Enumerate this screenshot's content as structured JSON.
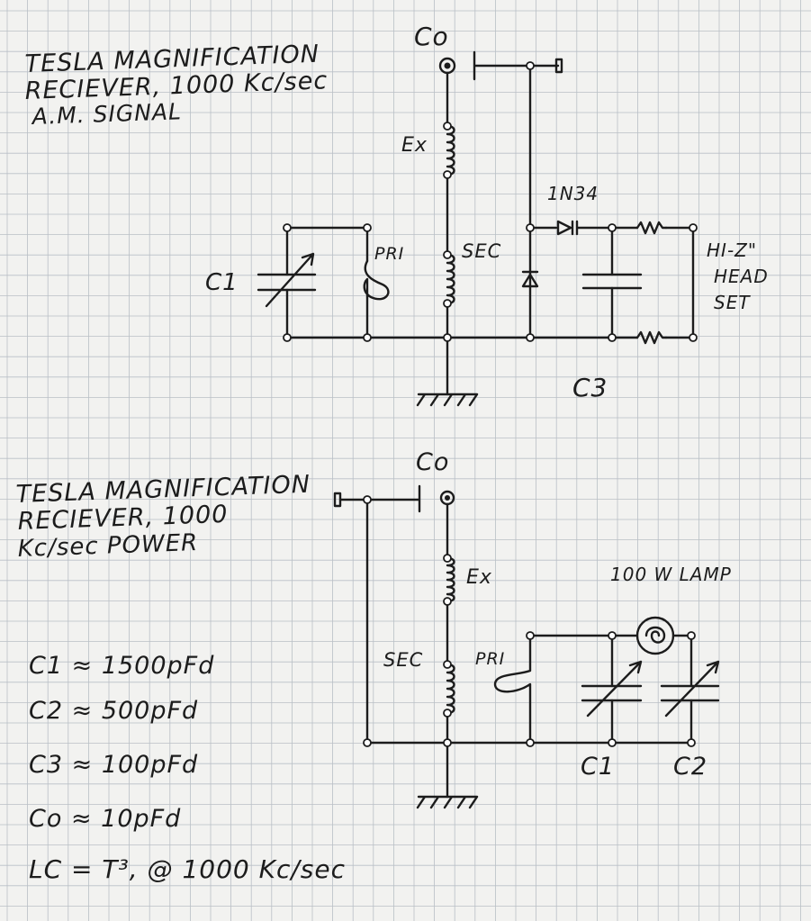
{
  "diagram_top": {
    "title_lines": [
      "TESLA MAGNIFICATION",
      "RECIEVER, 1000 Kc/sec",
      "A.M. SIGNAL"
    ],
    "labels": {
      "co": "Co",
      "ex": "Ex",
      "pri": "PRI",
      "sec": "SEC",
      "c1": "C1",
      "diode": "1N34",
      "headset_lines": [
        "HI-Z\"",
        "HEAD",
        "SET"
      ],
      "c3": "C3"
    }
  },
  "diagram_bottom": {
    "title_lines": [
      "TESLA MAGNIFICATION",
      "RECIEVER, 1000",
      "Kc/sec POWER"
    ],
    "labels": {
      "co": "Co",
      "ex": "Ex",
      "sec": "SEC",
      "pri": "PRI",
      "lamp": "100 W LAMP",
      "c1": "C1",
      "c2": "C2"
    }
  },
  "values": [
    "C1 ≈ 1500pFd",
    "C2 ≈ 500pFd",
    "C3 ≈ 100pFd",
    "Co ≈ 10pFd",
    "LC = T³, @ 1000 Kc/sec"
  ]
}
